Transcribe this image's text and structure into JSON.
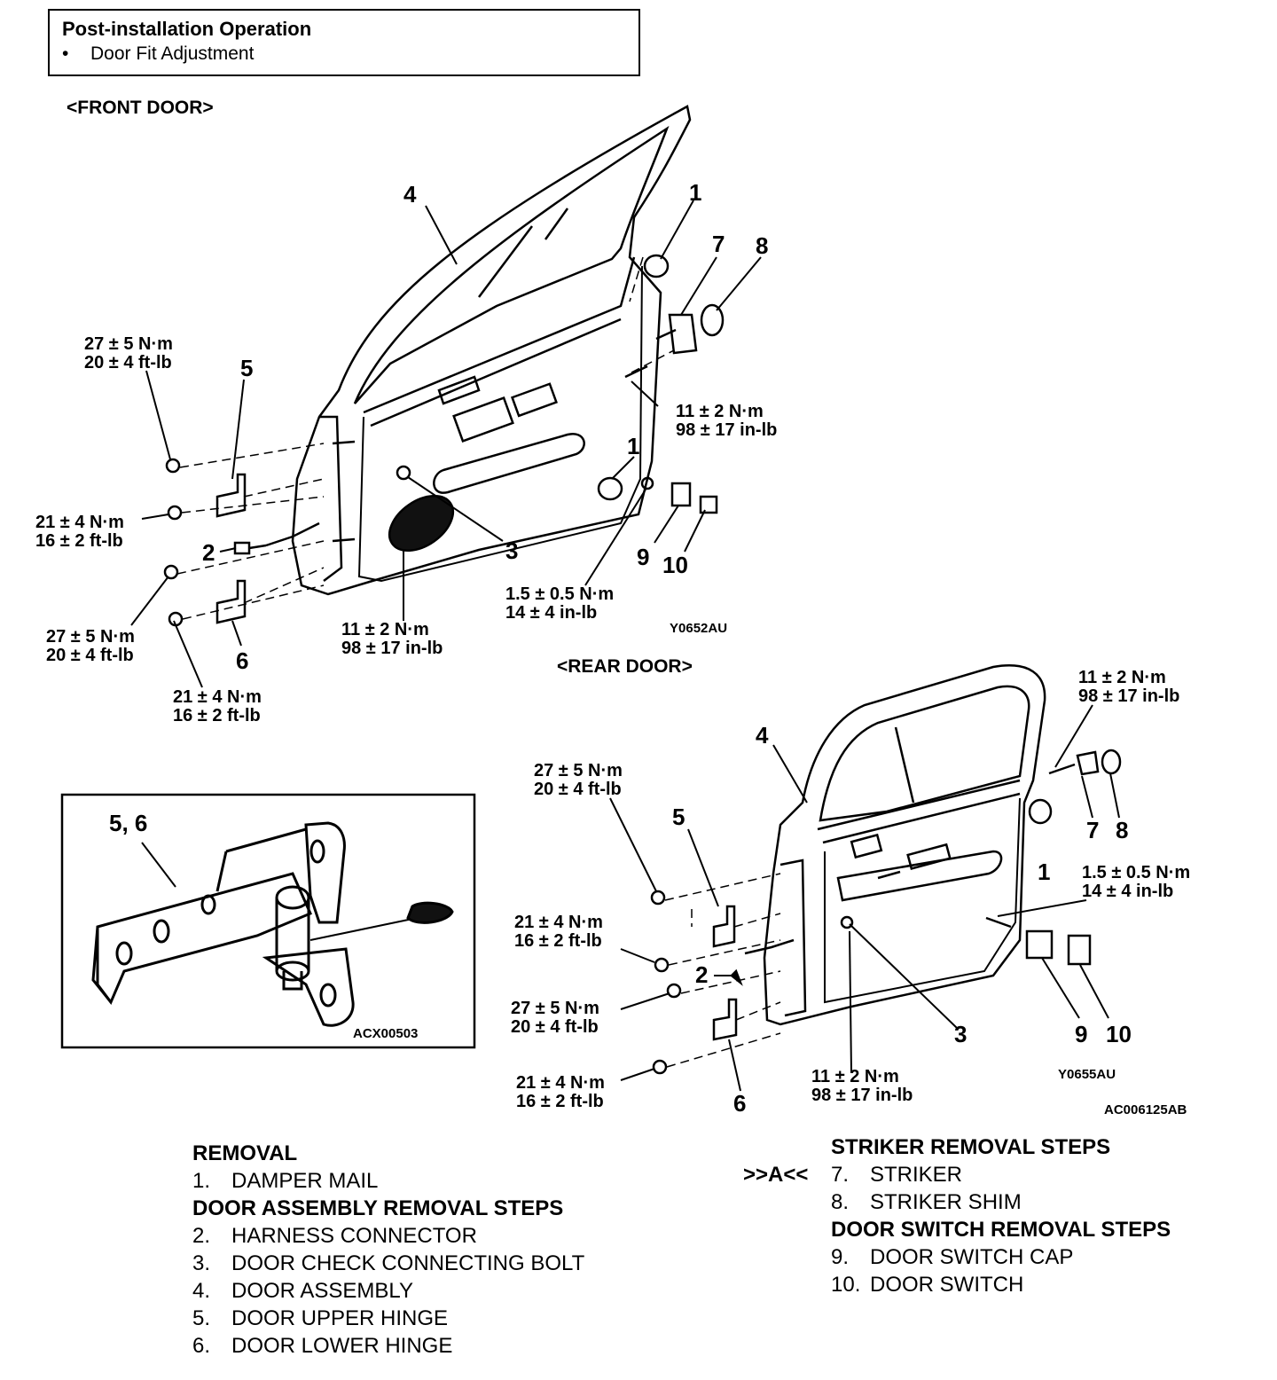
{
  "note": {
    "title": "Post-installation Operation",
    "bullet": "•",
    "item": "Door Fit Adjustment"
  },
  "front": {
    "section_label": "<FRONT DOOR>",
    "code": "Y0652AU",
    "labels": {
      "p1a": "1",
      "p1b": "1",
      "p2": "2",
      "p3": "3",
      "p4": "4",
      "p5": "5",
      "p6": "6",
      "p7": "7",
      "p8": "8",
      "p9": "9",
      "p10": "10"
    },
    "torques": {
      "t1": [
        "27 ± 5 N·m",
        "20 ± 4 ft-lb"
      ],
      "t2": [
        "21 ± 4 N·m",
        "16 ± 2 ft-lb"
      ],
      "t3": [
        "27 ± 5 N·m",
        "20 ± 4 ft-lb"
      ],
      "t4": [
        "21 ± 4 N·m",
        "16 ± 2 ft-lb"
      ],
      "t5": [
        "11 ± 2 N·m",
        "98 ± 17 in-lb"
      ],
      "t6": [
        "11 ± 2 N·m",
        "98 ± 17 in-lb"
      ],
      "t7": [
        "1.5 ± 0.5 N·m",
        "14 ± 4 in-lb"
      ]
    }
  },
  "rear": {
    "section_label": "<REAR DOOR>",
    "code": "Y0655AU",
    "ref_code": "AC006125AB",
    "labels": {
      "p1": "1",
      "p2": "2",
      "p3": "3",
      "p4": "4",
      "p5": "5",
      "p6": "6",
      "p7": "7",
      "p8": "8",
      "p9": "9",
      "p10": "10"
    },
    "torques": {
      "t1": [
        "11 ± 2 N·m",
        "98 ± 17 in-lb"
      ],
      "t2": [
        "27 ± 5 N·m",
        "20 ± 4 ft-lb"
      ],
      "t3": [
        "1.5 ± 0.5 N·m",
        "14 ± 4 in-lb"
      ],
      "t4": [
        "21 ± 4 N·m",
        "16 ± 2 ft-lb"
      ],
      "t5": [
        "27 ± 5 N·m",
        "20 ± 4 ft-lb"
      ],
      "t6": [
        "21 ± 4 N·m",
        "16 ± 2 ft-lb"
      ],
      "t7": [
        "11 ± 2 N·m",
        "98 ± 17 in-lb"
      ]
    }
  },
  "inset": {
    "label": "5, 6",
    "code": "ACX00503"
  },
  "removal": {
    "heading": "REMOVAL",
    "items": [
      {
        "num": "1.",
        "text": "DAMPER MAIL"
      }
    ],
    "door_heading": "DOOR ASSEMBLY REMOVAL STEPS",
    "door_items": [
      {
        "num": "2.",
        "text": "HARNESS CONNECTOR"
      },
      {
        "num": "3.",
        "text": "DOOR CHECK CONNECTING BOLT"
      },
      {
        "num": "4.",
        "text": "DOOR ASSEMBLY"
      },
      {
        "num": "5.",
        "text": "DOOR UPPER HINGE"
      },
      {
        "num": "6.",
        "text": "DOOR LOWER HINGE"
      }
    ]
  },
  "striker": {
    "marker": ">>A<<",
    "heading": "STRIKER REMOVAL STEPS",
    "items": [
      {
        "num": "7.",
        "text": "STRIKER"
      },
      {
        "num": "8.",
        "text": "STRIKER SHIM"
      }
    ],
    "switch_heading": "DOOR SWITCH REMOVAL STEPS",
    "switch_items": [
      {
        "num": "9.",
        "text": "DOOR SWITCH CAP"
      },
      {
        "num": "10.",
        "text": "DOOR SWITCH"
      }
    ]
  }
}
